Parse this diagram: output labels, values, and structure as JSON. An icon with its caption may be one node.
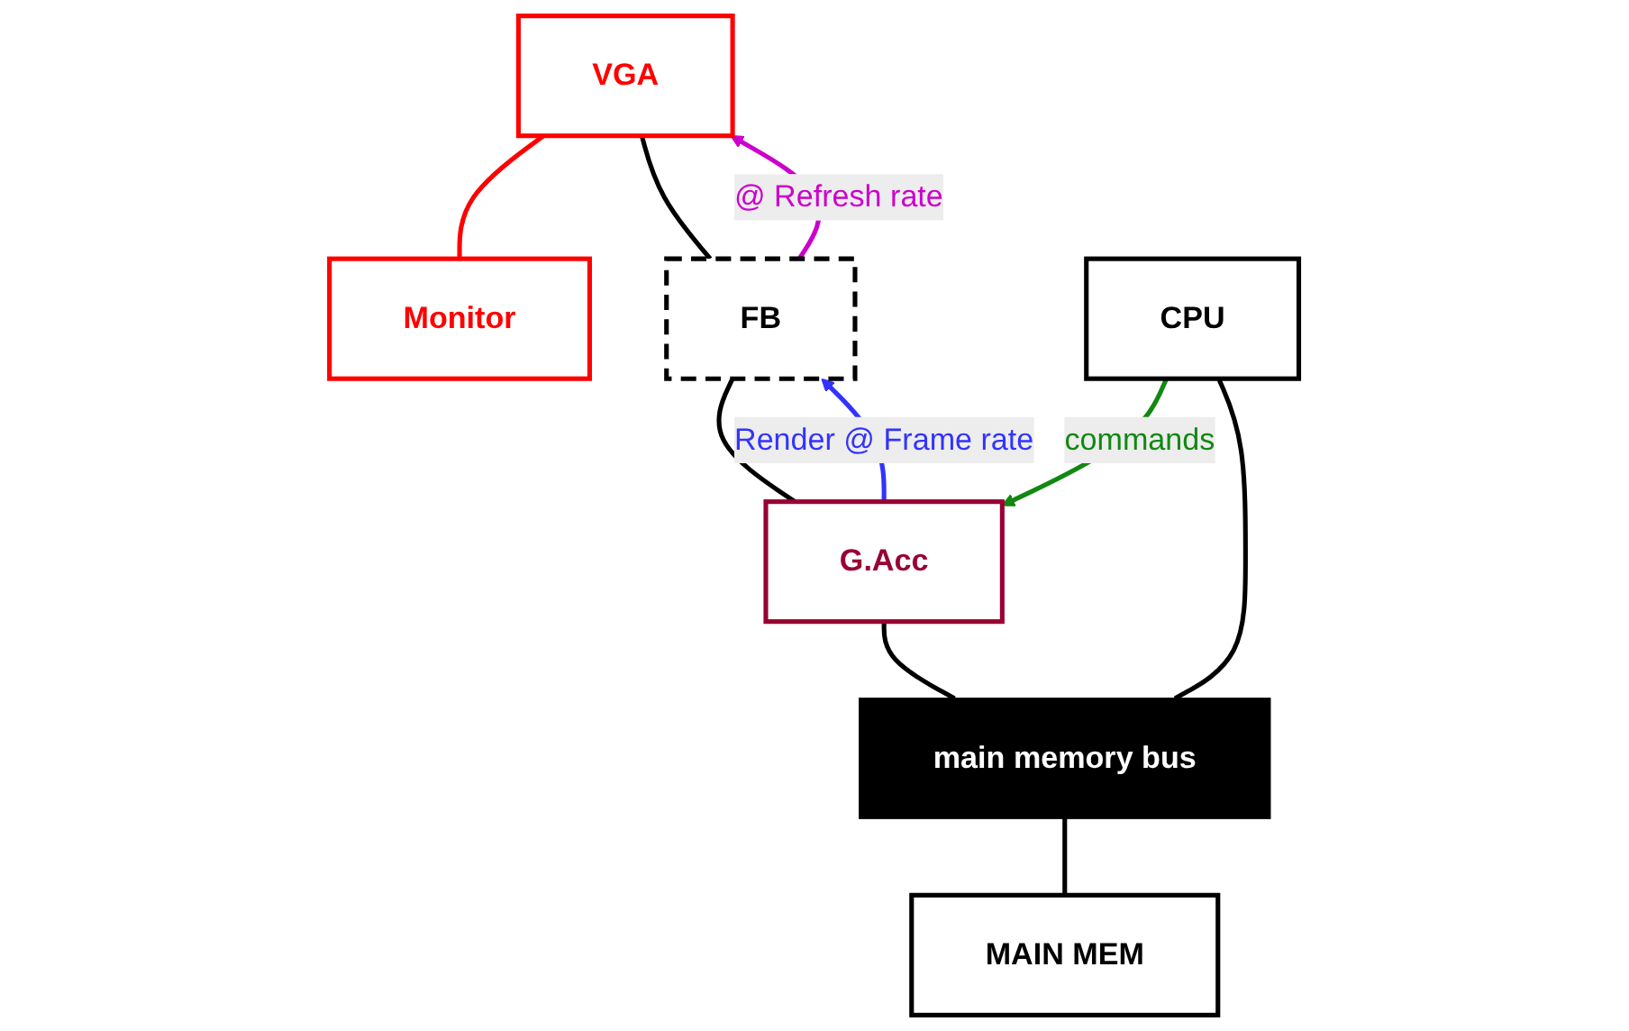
{
  "diagram": {
    "nodes": [
      {
        "text": [
          "VGA"
        ]
      },
      {
        "text": [
          "Monitor"
        ]
      },
      {
        "text": [
          "FB"
        ]
      },
      {
        "text": [
          "G.Acc"
        ]
      },
      {
        "text": [
          "CPU"
        ]
      },
      {
        "text": [
          "MAIN MEM"
        ]
      },
      {
        "text": [
          "main memory bus"
        ]
      }
    ],
    "edges": [
      {
        "from": 0,
        "to": 1,
        "arrow": "none",
        "color": "#ff0000"
      },
      {
        "from": 0,
        "to": 2,
        "arrow": "none"
      },
      {
        "from": 2,
        "to": 0,
        "arrow": "to",
        "label": "@ Refresh rate",
        "color": "#cc00cc"
      },
      {
        "from": 2,
        "to": 3,
        "arrow": "none"
      },
      {
        "from": 3,
        "to": 2,
        "arrow": "to",
        "label": "Render @ Frame rate",
        "color": "#3333ff"
      },
      {
        "from": 4,
        "to": 3,
        "arrow": "to",
        "label": "commands",
        "color": "#118811"
      },
      {
        "from": 3,
        "to": 6,
        "arrow": "none"
      },
      {
        "from": 4,
        "to": 6,
        "arrow": "none"
      },
      {
        "from": 6,
        "to": 5,
        "arrow": "none"
      }
    ]
  }
}
